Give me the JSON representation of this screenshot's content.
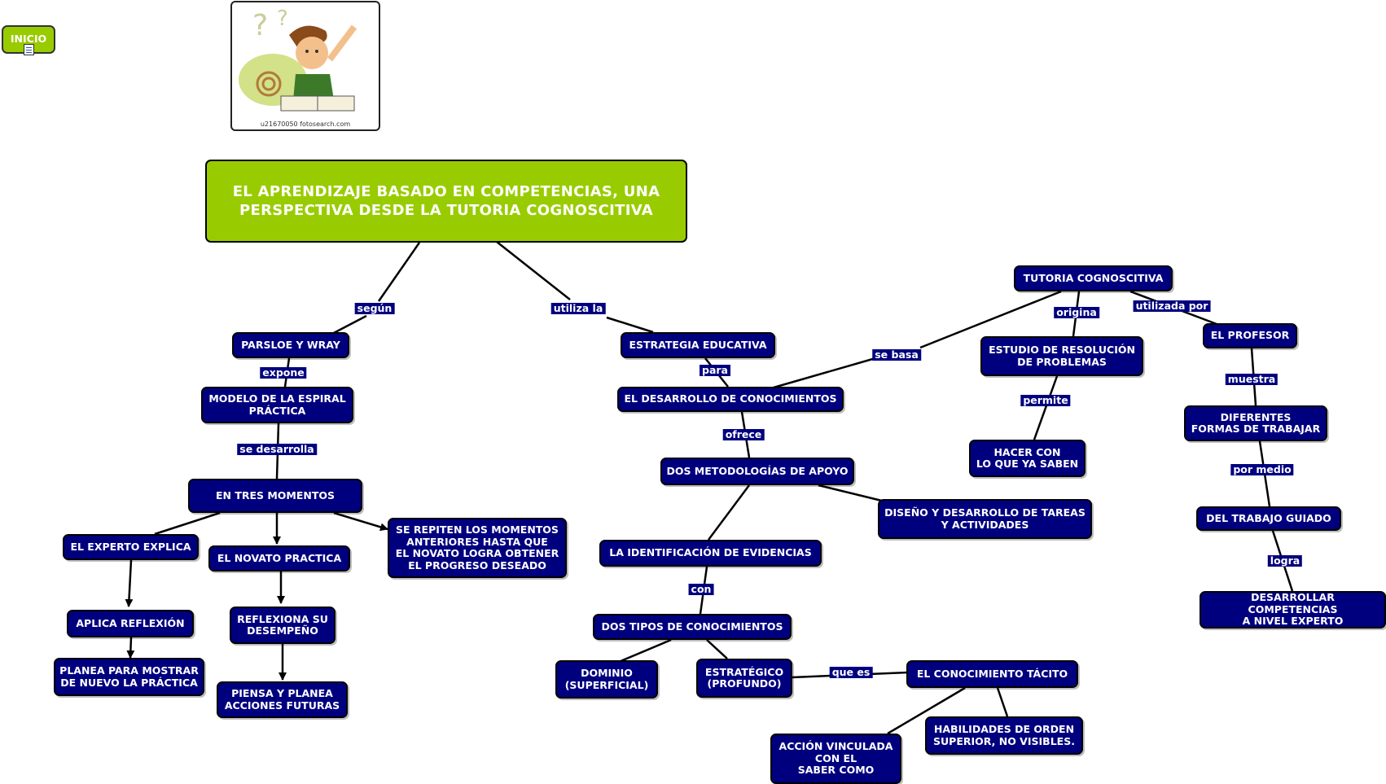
{
  "inicio": {
    "label": "INICIO"
  },
  "image": {
    "caption": "u21670050 fotosearch.com"
  },
  "root": {
    "title": "EL APRENDIZAJE BASADO EN COMPETENCIAS, UNA\nPERSPECTIVA DESDE LA TUTORIA COGNOSCITIVA"
  },
  "nodes": {
    "parsloe": "PARSLOE Y WRAY",
    "modelo": "MODELO DE LA ESPIRAL\nPRÁCTICA",
    "momentos": "EN TRES MOMENTOS",
    "experto": "EL EXPERTO EXPLICA",
    "novato": "EL NOVATO PRACTICA",
    "repiten": "SE REPITEN LOS MOMENTOS\nANTERIORES HASTA QUE\nEL NOVATO LOGRA OBTENER\nEL PROGRESO DESEADO",
    "aplica": "APLICA REFLEXIÓN",
    "planea": "PLANEA PARA MOSTRAR\nDE NUEVO LA PRÁCTICA",
    "reflexiona": "REFLEXIONA SU\nDESEMPEÑO",
    "piensa": "PIENSA Y PLANEA\nACCIONES FUTURAS",
    "estrategia": "ESTRATEGIA EDUCATIVA",
    "desarrollo": "EL DESARROLLO DE CONOCIMIENTOS",
    "dosmet": "DOS METODOLOGÍAS DE APOYO",
    "diseno": "DISEÑO Y DESARROLLO DE TAREAS\nY ACTIVIDADES",
    "identificacion": "LA IDENTIFICACIÓN DE EVIDENCIAS",
    "dostipos": "DOS TIPOS DE CONOCIMIENTOS",
    "dominio": "DOMINIO\n(SUPERFICIAL)",
    "estrategico": "ESTRATÉGICO\n(PROFUNDO)",
    "tacito": "EL CONOCIMIENTO TÁCITO",
    "accion": "ACCIÓN VINCULADA\nCON EL\nSABER COMO",
    "habilidades": "HABILIDADES DE ORDEN\nSUPERIOR, NO VISIBLES.",
    "tutoria": "TUTORIA COGNOSCITIVA",
    "estudio": "ESTUDIO DE RESOLUCIÓN\nDE PROBLEMAS",
    "hacer": "HACER CON\nLO QUE YA SABEN",
    "profesor": "EL PROFESOR",
    "diferentes": "DIFERENTES\nFORMAS DE TRABAJAR",
    "trabajo": "DEL TRABAJO GUIADO",
    "competencias": "DESARROLLAR COMPETENCIAS\nA NIVEL EXPERTO"
  },
  "link_labels": {
    "segun": "según",
    "utiliza": "utiliza la",
    "expone": "expone",
    "sedesarrolla": "se desarrolla",
    "para": "para",
    "ofrece": "ofrece",
    "con": "con",
    "quees": "que es",
    "sebasa": "se basa",
    "origina": "origina",
    "utilizada": "utilizada por",
    "permite": "permite",
    "muestra": "muestra",
    "pormedio": "por medio",
    "logra": "logra"
  },
  "colors": {
    "node_fill": "#00007f",
    "root_fill": "#99cc00",
    "link": "#000000",
    "text": "#ffffff"
  }
}
